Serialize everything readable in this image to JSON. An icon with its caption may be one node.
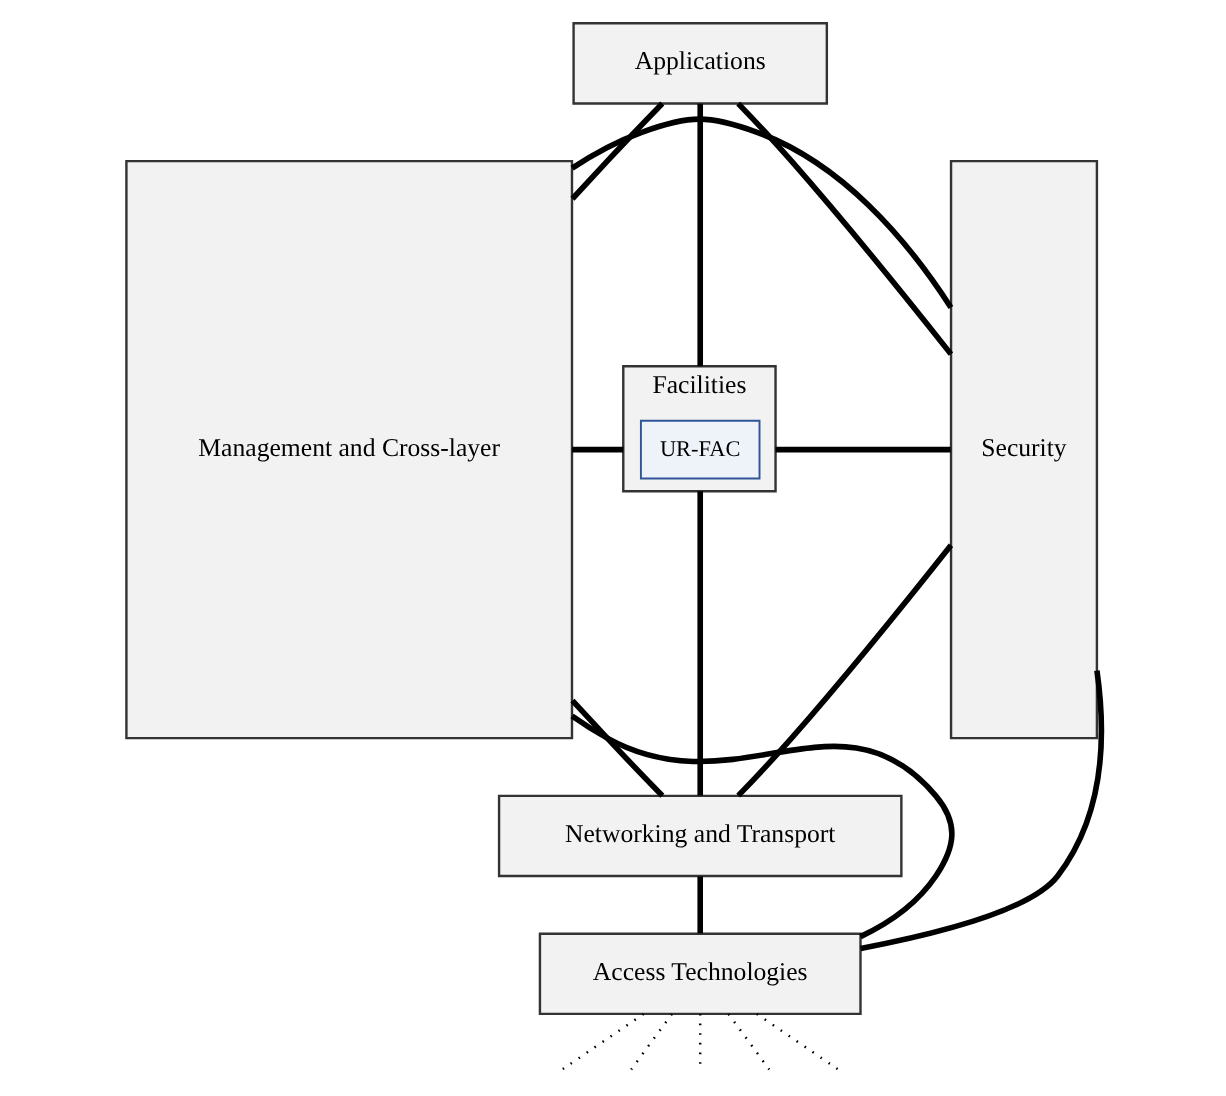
{
  "diagram": {
    "nodes": [
      {
        "text": [
          "Management and Cross-layer"
        ]
      },
      {
        "text": [
          "Applications"
        ]
      },
      {
        "text": [
          "Facilities"
        ]
      },
      {
        "text": [
          "UR-FAC"
        ],
        "in": 2
      },
      {
        "text": [
          "Networking and Transport"
        ]
      },
      {
        "text": [
          "Access Technologies"
        ]
      },
      {
        "text": [
          "Security"
        ]
      }
    ],
    "edges": [
      {
        "from": 0,
        "to": 6,
        "arrow": "none"
      },
      {
        "from": 0,
        "to": 1,
        "arrow": "none"
      },
      {
        "from": 1,
        "to": 6,
        "arrow": "none"
      },
      {
        "from": 1,
        "to": 2,
        "arrow": "none"
      },
      {
        "from": 0,
        "to": 2,
        "arrow": "none"
      },
      {
        "from": 2,
        "to": 6,
        "arrow": "none"
      },
      {
        "from": 2,
        "to": 4,
        "arrow": "none"
      },
      {
        "from": 0,
        "to": 4,
        "arrow": "none"
      },
      {
        "from": 4,
        "to": 6,
        "arrow": "none"
      },
      {
        "from": 4,
        "to": 5,
        "arrow": "none"
      },
      {
        "from": 0,
        "to": 5,
        "arrow": "none"
      },
      {
        "from": 5,
        "to": 6,
        "arrow": "none"
      },
      {
        "from": 5,
        "to": null,
        "arrow": "none",
        "style": "dashed"
      },
      {
        "from": 5,
        "to": null,
        "arrow": "none",
        "style": "dashed"
      },
      {
        "from": 5,
        "to": null,
        "arrow": "none",
        "style": "dashed"
      },
      {
        "from": 5,
        "to": null,
        "arrow": "none",
        "style": "dashed"
      },
      {
        "from": 5,
        "to": null,
        "arrow": "none",
        "style": "dashed"
      }
    ]
  }
}
